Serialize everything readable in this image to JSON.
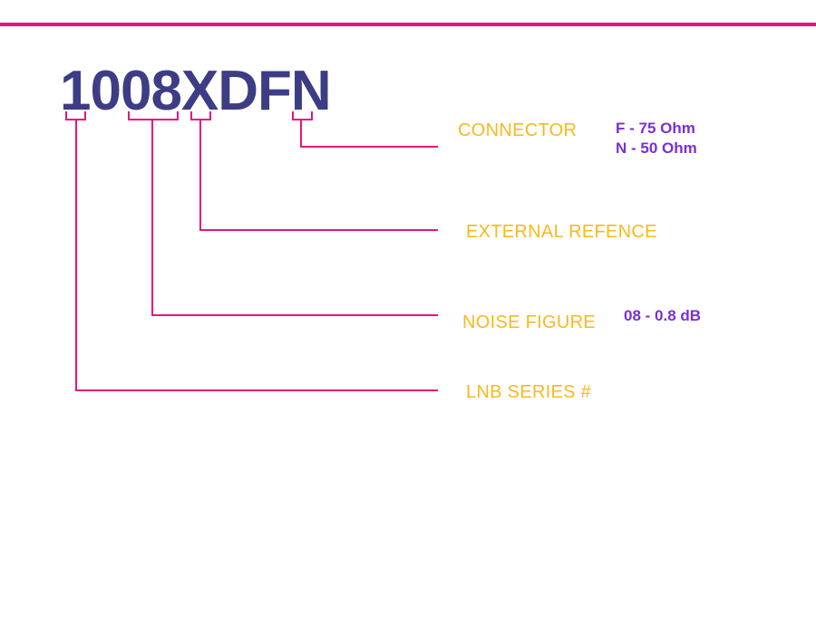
{
  "colors": {
    "accent_line": "#e8147f",
    "part_number": "#3d3d85",
    "label": "#f9b91c",
    "value": "#7b2fd6"
  },
  "part_number": "1008XDFN",
  "fields": [
    {
      "label": "CONNECTOR",
      "values": [
        "F - 75 Ohm",
        "N - 50 Ohm"
      ]
    },
    {
      "label": "EXTERNAL REFENCE",
      "values": []
    },
    {
      "label": "NOISE FIGURE",
      "values": [
        "08 - 0.8 dB"
      ]
    },
    {
      "label": "LNB SERIES #",
      "values": []
    }
  ]
}
